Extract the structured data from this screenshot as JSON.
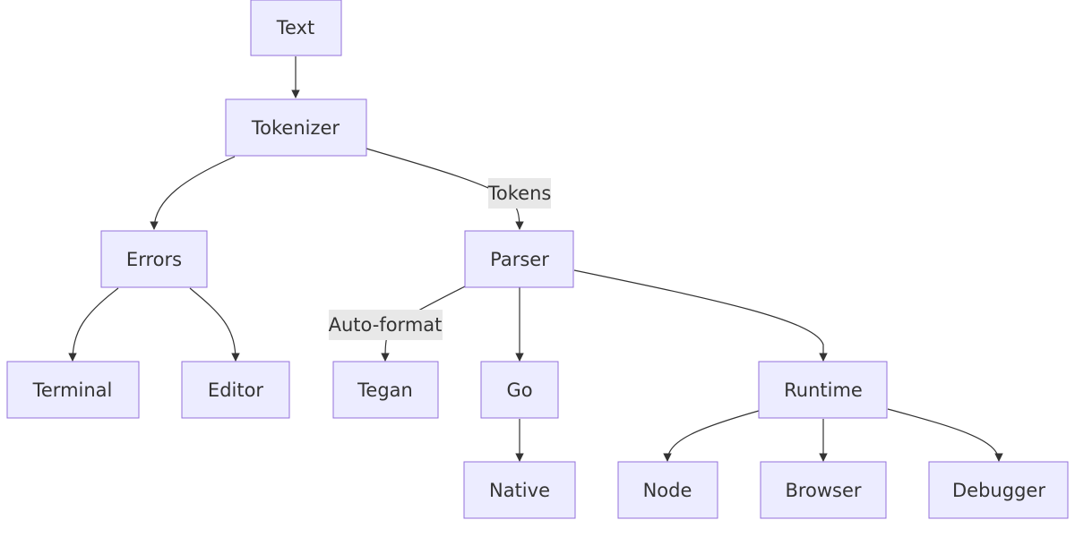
{
  "diagram": {
    "type": "flowchart",
    "direction": "top-down",
    "colors": {
      "node_fill": "#ececff",
      "node_stroke": "#9370db",
      "edge": "#333333",
      "edge_label_bg": "#e8e8e8",
      "text": "#333333"
    },
    "nodes": [
      {
        "id": "text",
        "label": "Text"
      },
      {
        "id": "tokenizer",
        "label": "Tokenizer"
      },
      {
        "id": "errors",
        "label": "Errors"
      },
      {
        "id": "parser",
        "label": "Parser"
      },
      {
        "id": "terminal",
        "label": "Terminal"
      },
      {
        "id": "editor",
        "label": "Editor"
      },
      {
        "id": "tegan",
        "label": "Tegan"
      },
      {
        "id": "go",
        "label": "Go"
      },
      {
        "id": "runtime",
        "label": "Runtime"
      },
      {
        "id": "native",
        "label": "Native"
      },
      {
        "id": "node",
        "label": "Node"
      },
      {
        "id": "browser",
        "label": "Browser"
      },
      {
        "id": "debugger",
        "label": "Debugger"
      }
    ],
    "edges": [
      {
        "from": "text",
        "to": "tokenizer",
        "label": ""
      },
      {
        "from": "tokenizer",
        "to": "errors",
        "label": ""
      },
      {
        "from": "tokenizer",
        "to": "parser",
        "label": "Tokens"
      },
      {
        "from": "errors",
        "to": "terminal",
        "label": ""
      },
      {
        "from": "errors",
        "to": "editor",
        "label": ""
      },
      {
        "from": "parser",
        "to": "tegan",
        "label": "Auto-format"
      },
      {
        "from": "parser",
        "to": "go",
        "label": ""
      },
      {
        "from": "parser",
        "to": "runtime",
        "label": ""
      },
      {
        "from": "go",
        "to": "native",
        "label": ""
      },
      {
        "from": "runtime",
        "to": "node",
        "label": ""
      },
      {
        "from": "runtime",
        "to": "browser",
        "label": ""
      },
      {
        "from": "runtime",
        "to": "debugger",
        "label": ""
      }
    ]
  }
}
